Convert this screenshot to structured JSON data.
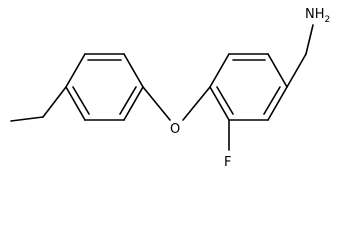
{
  "molecule": {
    "labels": {
      "amine": "NH",
      "amine_subscript": "2",
      "oxygen": "O",
      "fluorine": "F"
    }
  }
}
